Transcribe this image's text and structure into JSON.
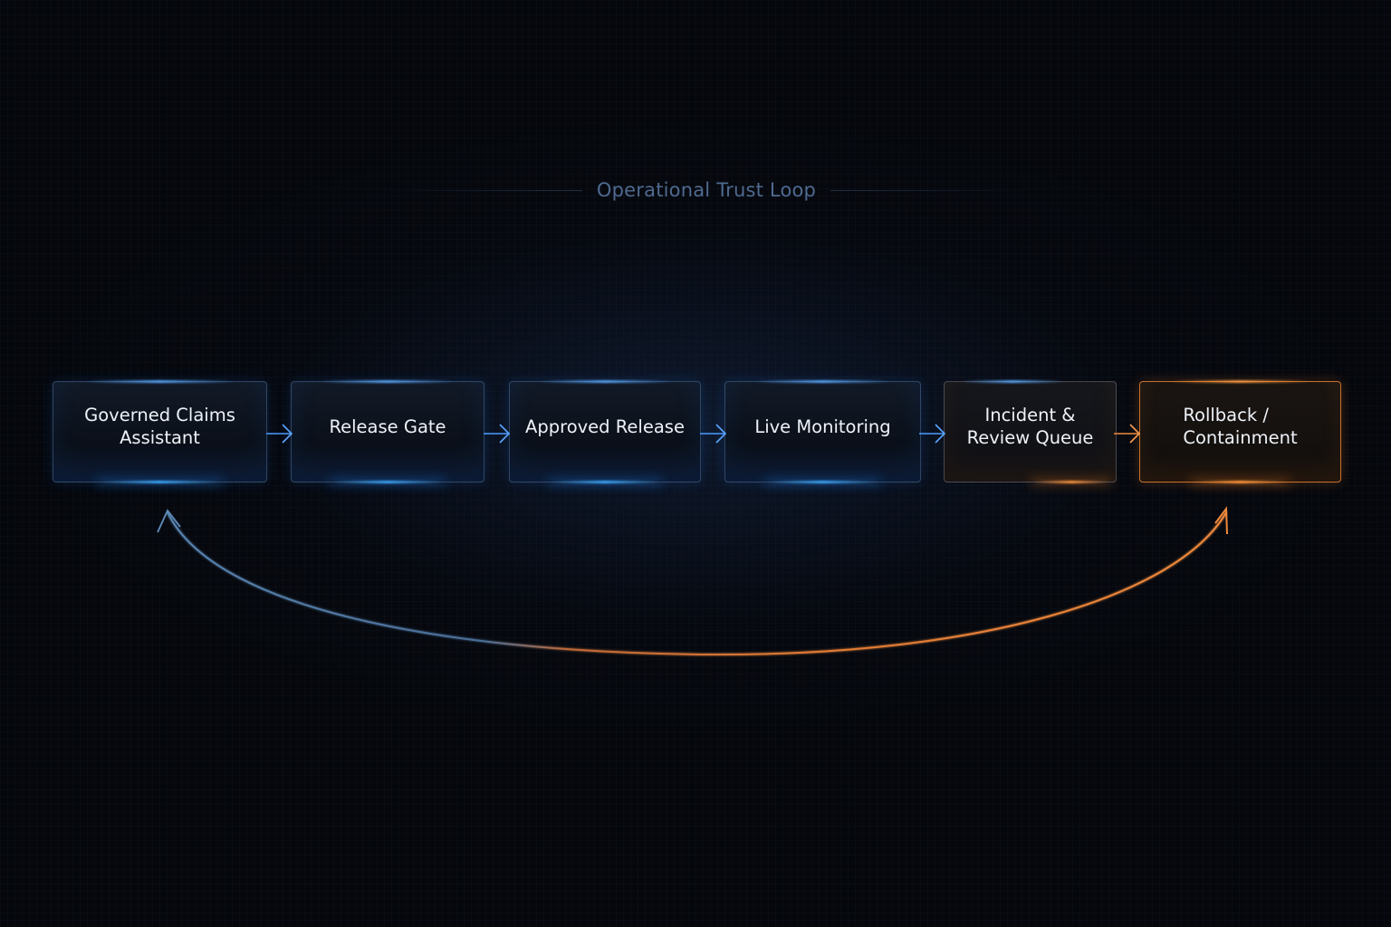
{
  "title": "Operational Trust Loop",
  "colors": {
    "background": "#05070c",
    "title": "#4f6a8f",
    "accent_blue": "#3f8fff",
    "accent_orange": "#f08a3c",
    "node_text": "#eef2f8"
  },
  "nodes": [
    {
      "id": "governed-claims-assistant",
      "label": "Governed Claims\nAssistant",
      "style": "blue"
    },
    {
      "id": "release-gate",
      "label": "Release Gate",
      "style": "blue"
    },
    {
      "id": "approved-release",
      "label": "Approved Release",
      "style": "blue"
    },
    {
      "id": "live-monitoring",
      "label": "Live Monitoring",
      "style": "blue"
    },
    {
      "id": "incident-review-queue",
      "label": "Incident &\nReview Queue",
      "style": "mixed"
    },
    {
      "id": "rollback-containment",
      "label": "Rollback /\nContainment",
      "style": "orange"
    }
  ],
  "connectors": [
    {
      "from": "governed-claims-assistant",
      "to": "release-gate",
      "color": "blue"
    },
    {
      "from": "release-gate",
      "to": "approved-release",
      "color": "blue"
    },
    {
      "from": "approved-release",
      "to": "live-monitoring",
      "color": "blue"
    },
    {
      "from": "live-monitoring",
      "to": "incident-review-queue",
      "color": "blue"
    },
    {
      "from": "incident-review-queue",
      "to": "rollback-containment",
      "color": "orange"
    }
  ],
  "feedback_loop": {
    "description": "Bidirectional curved arrow below the pipeline linking Rollback / Containment back to Governed Claims Assistant",
    "from": "rollback-containment",
    "to": "governed-claims-assistant",
    "gradient": [
      "#4a7aa8",
      "#f08a3c"
    ]
  }
}
